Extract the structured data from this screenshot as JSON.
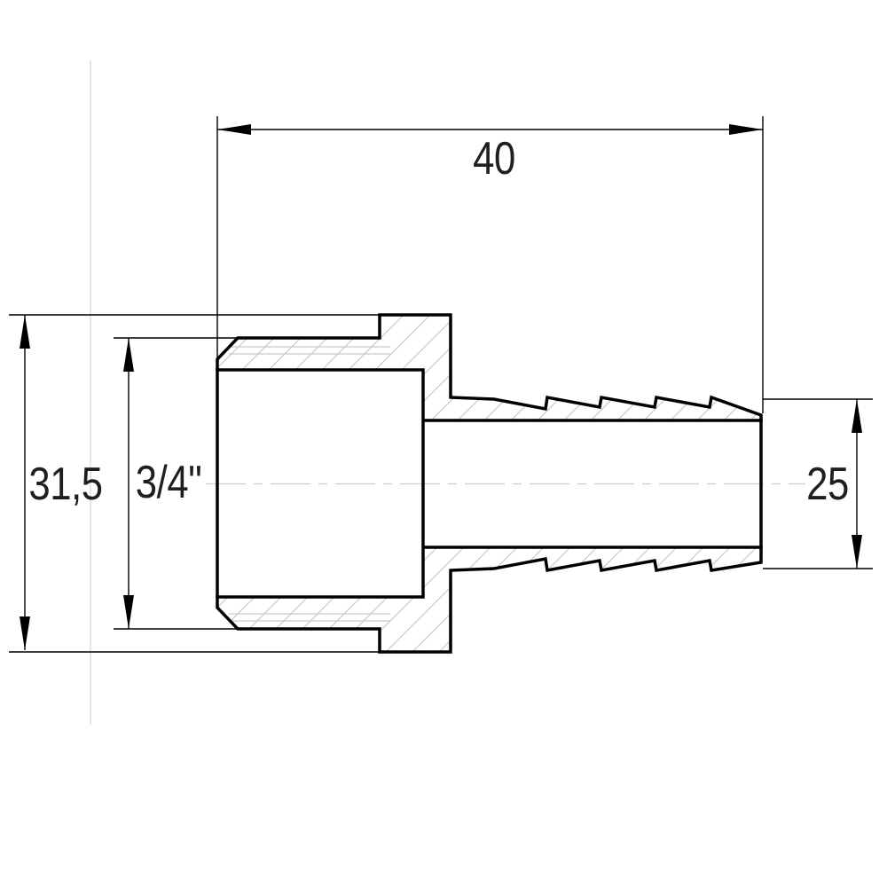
{
  "drawing": {
    "kind": "technical-section-drawing",
    "dimensions": {
      "length": {
        "label": "40",
        "value": 40,
        "orientation": "horizontal",
        "position": "top"
      },
      "body_diameter": {
        "label": "31,5",
        "value": 31.5,
        "orientation": "vertical",
        "position": "left-outer"
      },
      "thread": {
        "label": "3/4\"",
        "orientation": "vertical",
        "position": "left-inner"
      },
      "barb_diameter": {
        "label": "25",
        "value": 25,
        "orientation": "vertical",
        "position": "right"
      }
    },
    "colors": {
      "line": "#000000",
      "text": "#1f1f1f",
      "hatch": "#c9c9c9",
      "centerline": "#cccccc",
      "faint": "#cfcfcf",
      "background": "#ffffff"
    }
  }
}
